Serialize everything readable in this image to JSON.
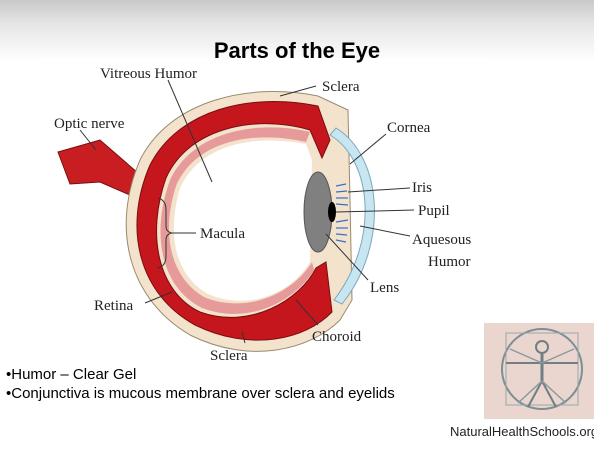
{
  "slide": {
    "title": "Parts of the Eye",
    "bullets": [
      "•Humor – Clear Gel",
      "•Conjunctiva is mucous membrane over sclera and eyelids"
    ],
    "footer_site": "NaturalHealthSchools.org"
  },
  "diagram": {
    "labels": {
      "vitreous_humor": "Vitreous Humor",
      "sclera_top": "Sclera",
      "optic_nerve": "Optic nerve",
      "cornea": "Cornea",
      "iris": "Iris",
      "pupil": "Pupil",
      "macula": "Macula",
      "aqueous_humor_1": "Aquesous",
      "aqueous_humor_2": "Humor",
      "lens": "Lens",
      "retina": "Retina",
      "choroid": "Choroid",
      "sclera_bottom": "Sclera"
    },
    "colors": {
      "sclera": "#f3e3cc",
      "choroid": "#c4161c",
      "retina": "#e79a9a",
      "cornea": "#c8e6f2",
      "iris": "#3a6fc4",
      "lens": "#808080"
    }
  }
}
